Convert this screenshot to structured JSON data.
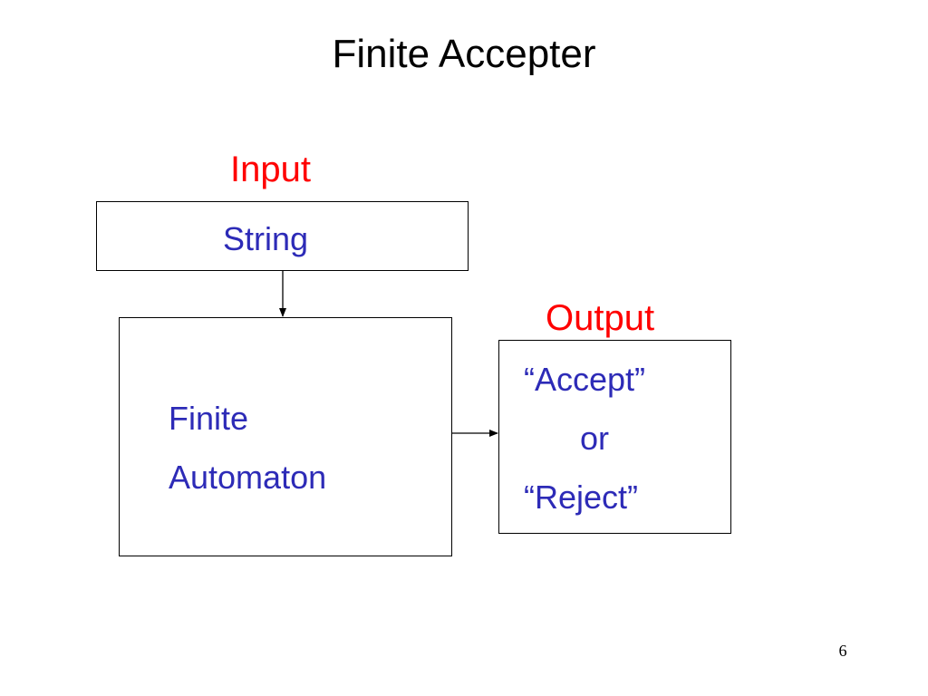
{
  "title": "Finite Accepter",
  "colors": {
    "label": "#ff0000",
    "box_text": "#2d2bb7",
    "line": "#000000",
    "title": "#000000"
  },
  "input": {
    "label": "Input",
    "box_text": "String"
  },
  "automaton": {
    "line1": "Finite",
    "line2": "Automaton"
  },
  "output": {
    "label": "Output",
    "line1": "“Accept”",
    "line2": "or",
    "line3": "“Reject”"
  },
  "page_number": "6"
}
